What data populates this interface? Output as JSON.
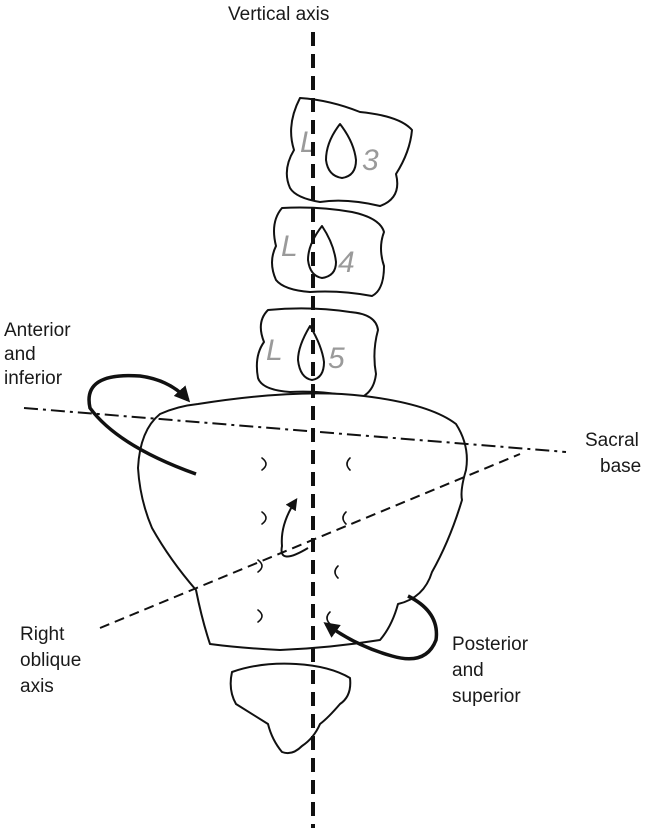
{
  "labels": {
    "vertical_axis": "Vertical axis",
    "anterior_line1": "Anterior",
    "anterior_line2": "and",
    "anterior_line3": "inferior",
    "sacral_line1": "Sacral",
    "sacral_line2": "base",
    "right_line1": "Right",
    "right_line2": "oblique",
    "right_line3": "axis",
    "posterior_line1": "Posterior",
    "posterior_line2": "and",
    "posterior_line3": "superior"
  },
  "vertebrae": [
    {
      "letter": "L",
      "number": "3"
    },
    {
      "letter": "L",
      "number": "4"
    },
    {
      "letter": "L",
      "number": "5"
    }
  ],
  "colors": {
    "line": "#111111",
    "vertebra_label": "#9a9a9a"
  }
}
